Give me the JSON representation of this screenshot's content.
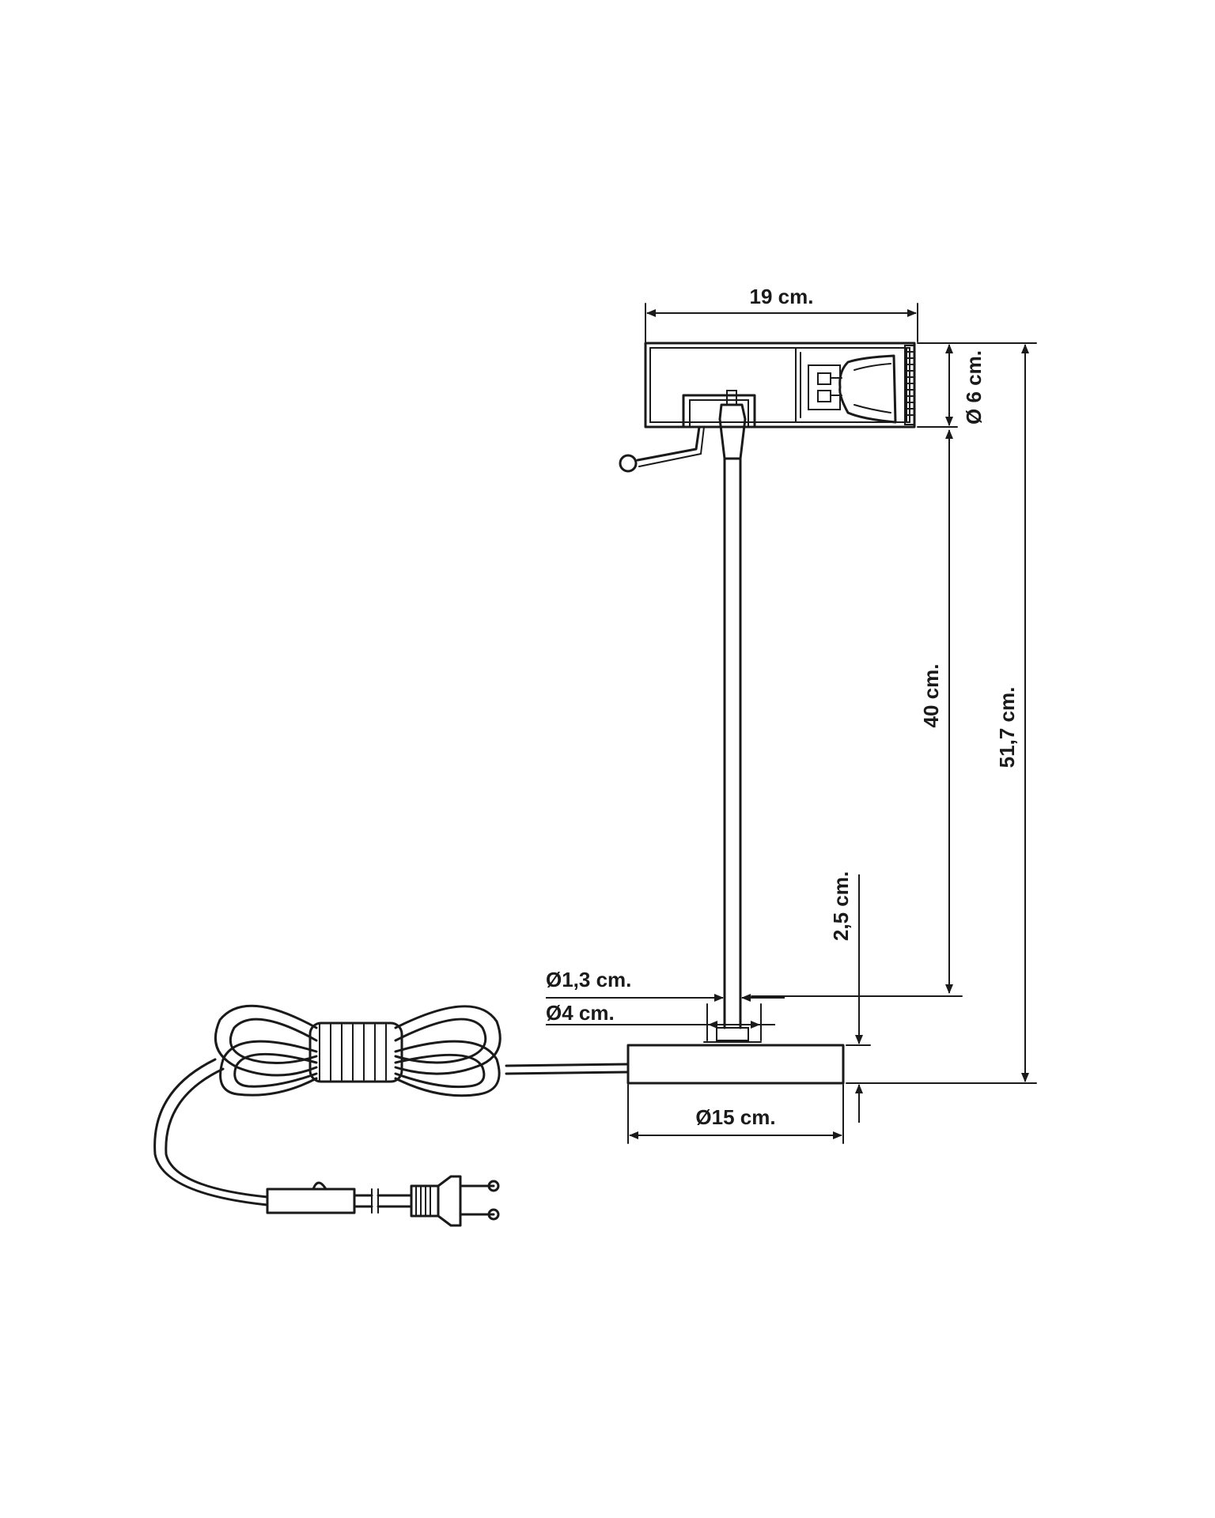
{
  "dimensions": {
    "head_width": "19 cm.",
    "head_diameter": "Ø 6 cm.",
    "stem_length": "40 cm.",
    "total_height": "51,7 cm.",
    "base_height": "2,5 cm.",
    "stem_diameter": "Ø1,3 cm.",
    "collar_diameter": "Ø4 cm.",
    "base_diameter": "Ø15 cm."
  },
  "colors": {
    "line": "#1a1a1a",
    "background": "#ffffff"
  }
}
